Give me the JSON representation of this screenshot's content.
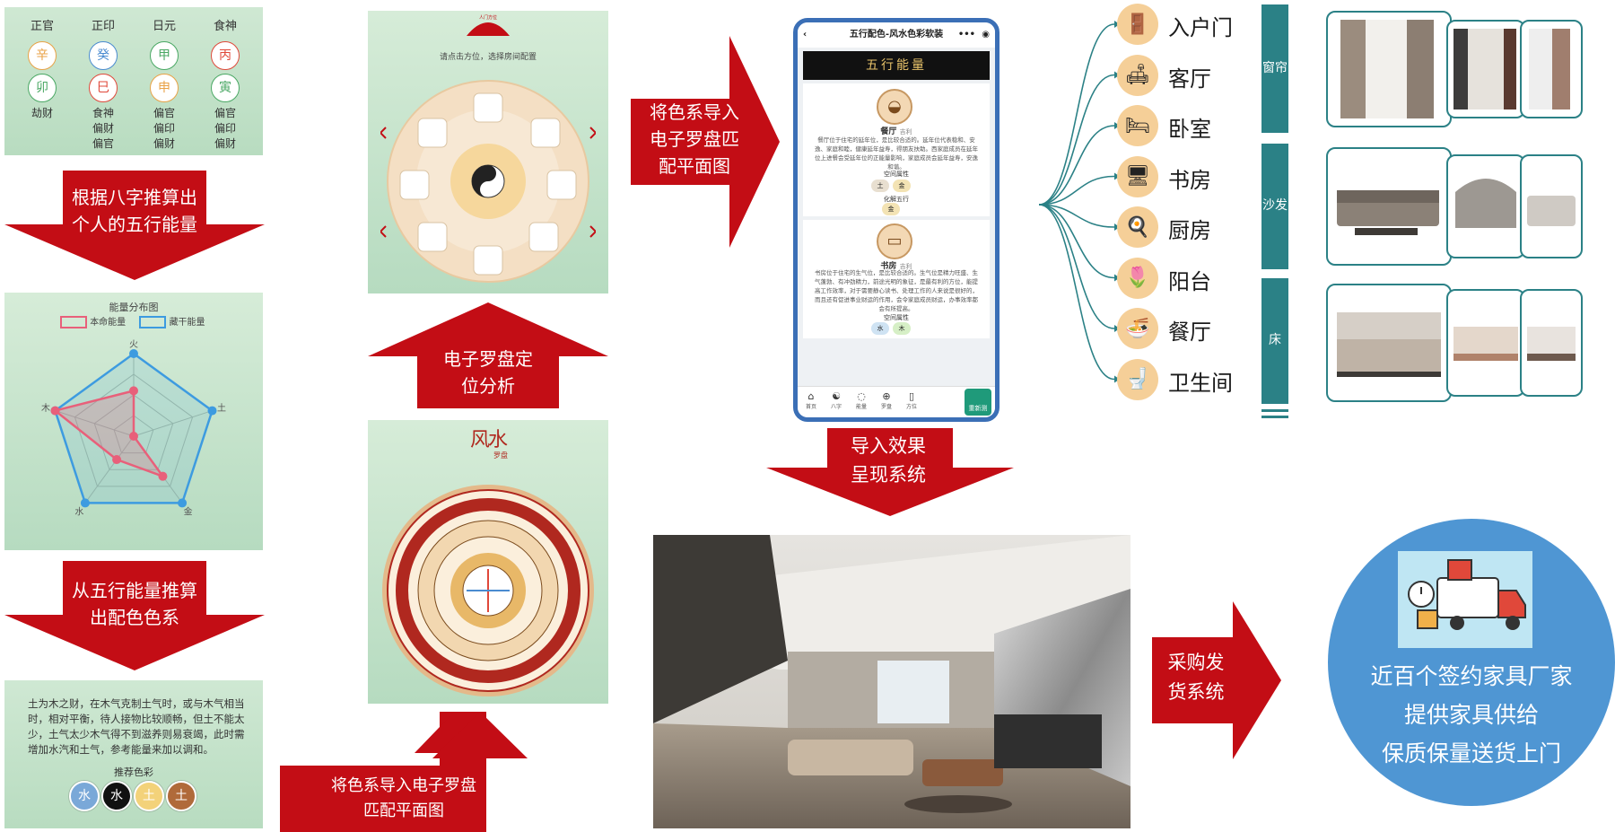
{
  "bazi": {
    "columns": [
      {
        "head": "正官",
        "top": "辛",
        "top_color": "#e9a246",
        "bottom": "卯",
        "bottom_color": "#4aa864",
        "ten_gods": "劫财"
      },
      {
        "head": "正印",
        "top": "癸",
        "top_color": "#4a8bd0",
        "bottom": "巳",
        "bottom_color": "#e0483a",
        "ten_gods": "食神\n偏财\n偏官"
      },
      {
        "head": "日元",
        "top": "甲",
        "top_color": "#4aa864",
        "bottom": "申",
        "bottom_color": "#e9a246",
        "ten_gods": "偏官\n偏印\n偏财"
      },
      {
        "head": "食神",
        "top": "丙",
        "top_color": "#e0483a",
        "bottom": "寅",
        "bottom_color": "#4aa864",
        "ten_gods": "偏官\n偏印\n偏财"
      }
    ]
  },
  "arrows": {
    "a1": "根据八字推算出\n个人的五行能量",
    "a2": "从五行能量推算\n出配色色系",
    "a3": "将色系导入电子罗盘\n匹配平面图",
    "a4": "电子罗盘定\n位分析",
    "a5": "将色系导入\n电子罗盘匹\n配平面图",
    "a6": "导入效果\n呈现系统",
    "a7": "采购发\n货系统"
  },
  "radar": {
    "title": "能量分布图",
    "legend": [
      {
        "name": "本命能量",
        "color": "#e8607a"
      },
      {
        "name": "藏干能量",
        "color": "#3d9be0"
      }
    ],
    "axes": [
      "火",
      "土",
      "金",
      "水",
      "木"
    ]
  },
  "chart_data": {
    "type": "radar",
    "title": "能量分布图",
    "categories": [
      "火",
      "土",
      "金",
      "水",
      "木"
    ],
    "series": [
      {
        "name": "本命能量",
        "values": [
          0.55,
          0.0,
          0.6,
          0.35,
          1.0
        ]
      },
      {
        "name": "藏干能量",
        "values": [
          1.0,
          1.0,
          1.0,
          1.0,
          1.0
        ]
      }
    ],
    "legend": "top"
  },
  "wuxing": {
    "text": "土为木之财，在木气克制土气时，或与木气相当时，相对平衡，待人接物比较顺畅，但土不能太少，土气太少木气得不到滋养则易衰竭，此时需增加水汽和土气，参考能量来加以调和。",
    "rec_title": "推荐色彩",
    "swatches": [
      {
        "color": "#7aa8d8",
        "icon": "水"
      },
      {
        "color": "#111111",
        "icon": "水"
      },
      {
        "color": "#f3d27a",
        "icon": "土"
      },
      {
        "color": "#b06a3a",
        "icon": "土"
      }
    ]
  },
  "compass_top": {
    "brand": "人门方位",
    "instruction": "请点击方位，选择房间配置"
  },
  "compass_bottom": {
    "logo": "风水",
    "sub": "罗盘"
  },
  "phone": {
    "title": "五行配色-风水色彩软装",
    "banner": "五行能量",
    "card1": {
      "room": "餐厅",
      "tag": "吉利",
      "text": "餐厅位于住宅的延年位，是比较合适的。延年位代表稳和、安逸、家庭和睦，健康延年益寿，得朋友扶助。西家庭成员在延年位上进餐会受延年位的正能量影响，家庭成员会延年益寿，安逸和谐。",
      "attr_title": "空间属性",
      "attrs": [
        "土",
        "金"
      ],
      "fix_title": "化解五行",
      "fix": [
        "金"
      ]
    },
    "card2": {
      "room": "书房",
      "tag": "吉利",
      "text": "书房位于住宅的生气位，是比较合适的。生气位是精力旺盛、生气蓬勃、有冲劲精力，前途光明的象征，是最有利的方位，能提高工作效率，对于需要静心读书、处理工作的人来说是很好的，而且还有促进事业财运的作用，会令家庭成员财运，办事效率都会有所提高。",
      "attr_title": "空间属性",
      "attrs": [
        "水",
        "木"
      ]
    },
    "nav": [
      "首页",
      "八字",
      "能量",
      "罗盘",
      "方位",
      "重新测"
    ]
  },
  "rooms": [
    "入户门",
    "客厅",
    "卧室",
    "书房",
    "厨房",
    "阳台",
    "餐厅",
    "卫生间"
  ],
  "categories": [
    "窗帘",
    "沙发",
    "床"
  ],
  "supplier": [
    "近百个签约家具厂家",
    "提供家具供给",
    "保质保量送货上门"
  ],
  "colors": {
    "arrow": "#c30d15",
    "teal": "#2b8186",
    "circle": "#4f96d3"
  }
}
